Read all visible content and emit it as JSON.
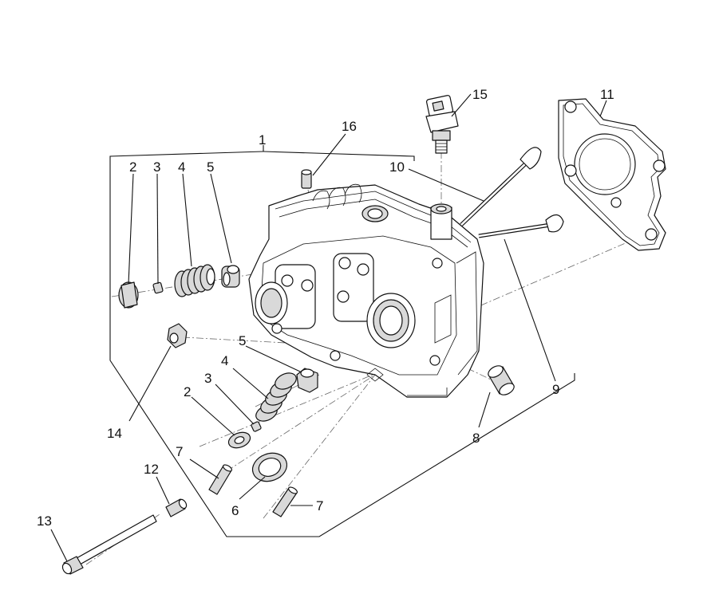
{
  "callouts": [
    {
      "id": "c1",
      "text": "1"
    },
    {
      "id": "c2a",
      "text": "2"
    },
    {
      "id": "c3a",
      "text": "3"
    },
    {
      "id": "c4a",
      "text": "4"
    },
    {
      "id": "c5a",
      "text": "5"
    },
    {
      "id": "c16",
      "text": "16"
    },
    {
      "id": "c15",
      "text": "15"
    },
    {
      "id": "c10",
      "text": "10"
    },
    {
      "id": "c11",
      "text": "11"
    },
    {
      "id": "c5b",
      "text": "5"
    },
    {
      "id": "c4b",
      "text": "4"
    },
    {
      "id": "c3b",
      "text": "3"
    },
    {
      "id": "c2b",
      "text": "2"
    },
    {
      "id": "c14",
      "text": "14"
    },
    {
      "id": "c9",
      "text": "9"
    },
    {
      "id": "c8",
      "text": "8"
    },
    {
      "id": "c7a",
      "text": "7"
    },
    {
      "id": "c12",
      "text": "12"
    },
    {
      "id": "c6",
      "text": "6"
    },
    {
      "id": "c7b",
      "text": "7"
    },
    {
      "id": "c13",
      "text": "13"
    }
  ]
}
